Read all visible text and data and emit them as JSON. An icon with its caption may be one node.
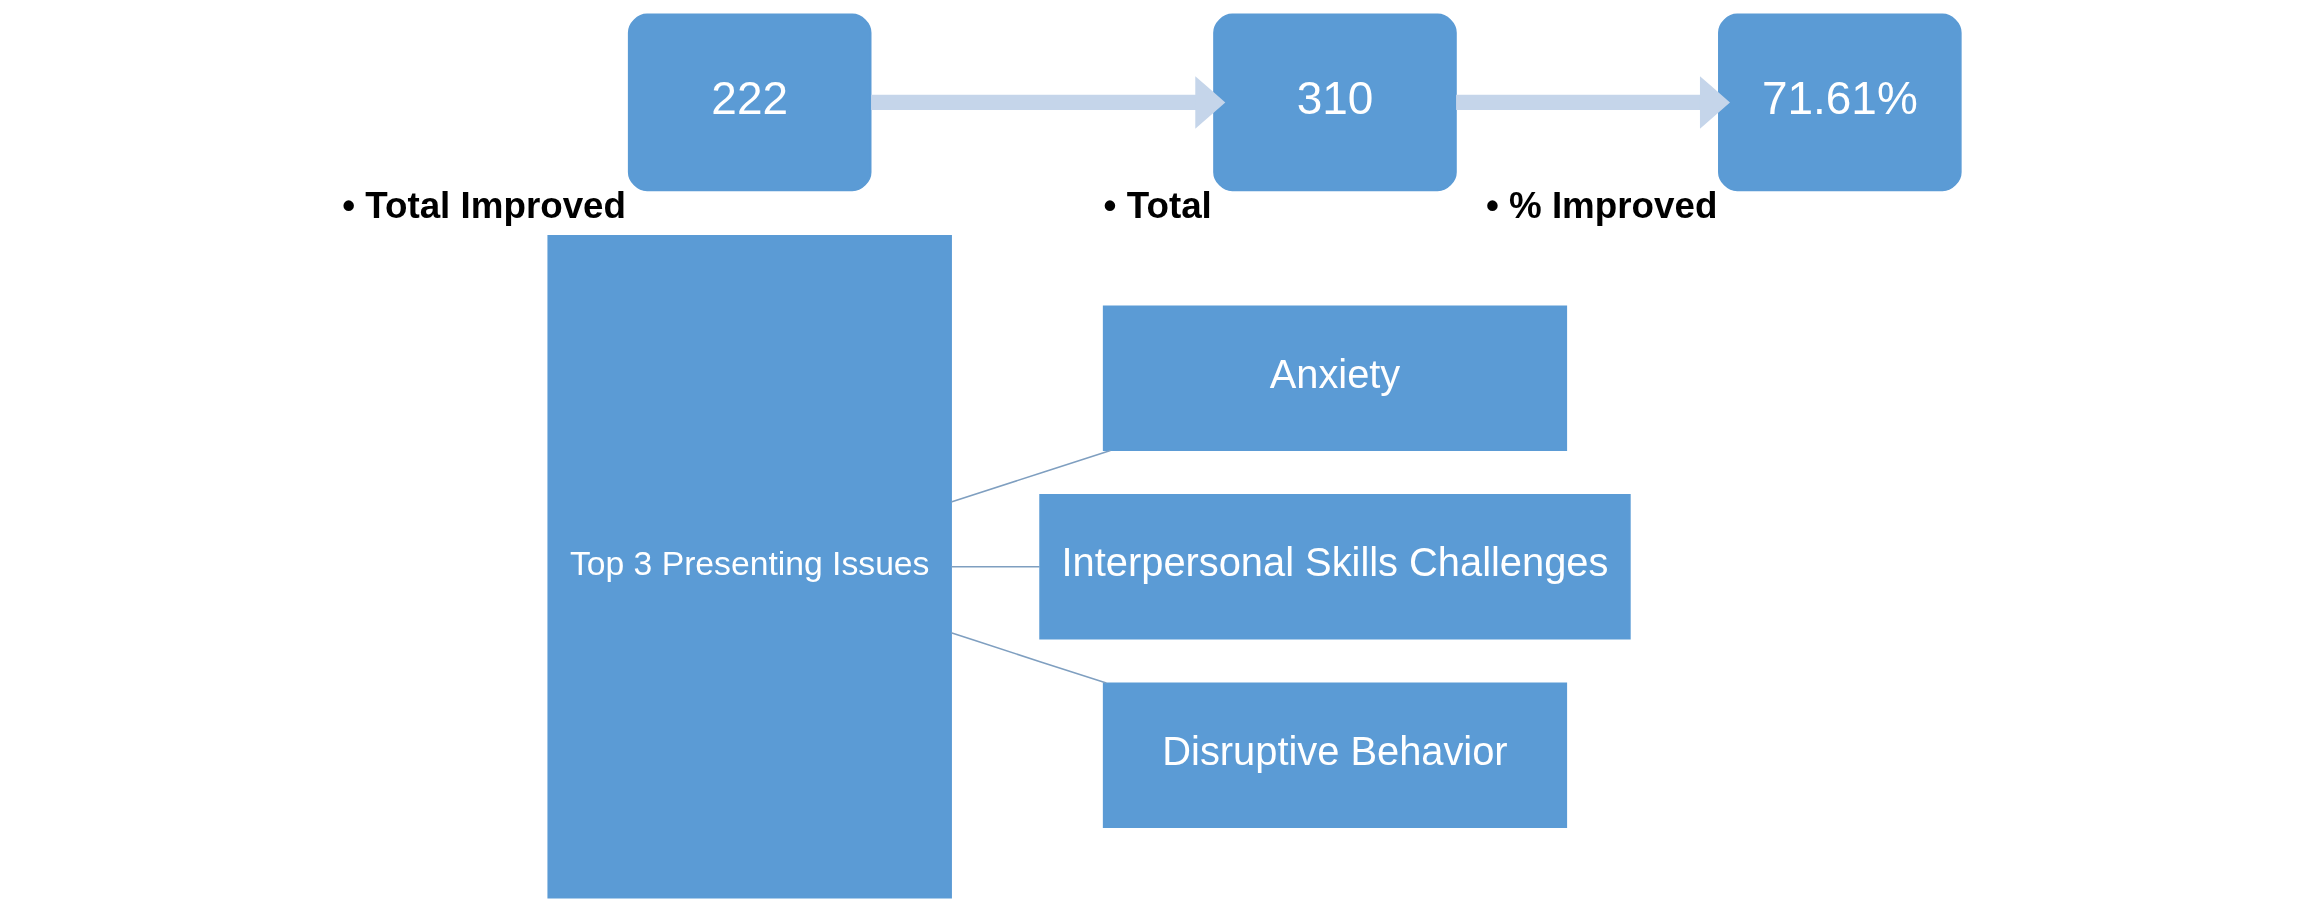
{
  "diagram": {
    "nodes": [
      {
        "text": [
          "Top 3 Presenting Issues"
        ]
      },
      {
        "text": [
          "Anxiety"
        ]
      },
      {
        "text": [
          "Interpersonal Skills Challenges"
        ]
      },
      {
        "text": [
          "Disruptive Behavior"
        ]
      },
      {
        "text": [
          "222"
        ],
        "beside": [
          "• Total Improved"
        ]
      },
      {
        "text": [
          "310"
        ],
        "beside": [
          "• Total"
        ]
      },
      {
        "text": [
          "71.61%"
        ],
        "beside": [
          "• % Improved"
        ]
      }
    ],
    "edges": [
      {
        "from": 0,
        "to": 1,
        "arrow": "none"
      },
      {
        "from": 0,
        "to": 2,
        "arrow": "none"
      },
      {
        "from": 0,
        "to": 3,
        "arrow": "none"
      },
      {
        "from": 4,
        "to": 5,
        "arrow": "to",
        "style": "thick",
        "color": "#c5d5ea"
      },
      {
        "from": 5,
        "to": 6,
        "arrow": "to",
        "style": "thick",
        "color": "#c5d5ea"
      }
    ]
  }
}
